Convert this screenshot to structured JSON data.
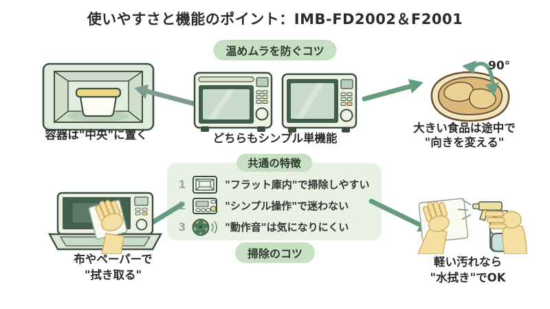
{
  "title": "使いやすさと機能のポイント：IMB-FD2002＆F2001",
  "colors": {
    "badge_bg": "#c7e0c4",
    "panel_bg": "#e9f1e5",
    "arrow_green": "#649c7d",
    "arrow_gray_green": "#7f9c8f",
    "microwave_dark_green": "#3f5f4c",
    "steak_tan": "#ddb87b",
    "skin": "#f5e0a4",
    "text_dark": "#2b2b2b"
  },
  "heating_section": {
    "badge": "温めムラを防ぐコツ",
    "left_caption": "容器は\"中央\"に置く",
    "center_caption": "どちらもシンプル単機能",
    "right_caption_line1": "大きい食品は途中で",
    "right_caption_line2": "\"向きを変える\"",
    "rotation_degrees": "90°"
  },
  "features_section": {
    "header": "共通の特徴",
    "items": [
      {
        "num": "1",
        "icon": "flat-cavity-icon",
        "text": "\"フラット庫内\"で掃除しやすい"
      },
      {
        "num": "2",
        "icon": "control-panel-icon",
        "text": "\"シンプル操作\"で迷わない"
      },
      {
        "num": "3",
        "icon": "fan-icon",
        "text": "\"動作音\"は気になりにくい"
      }
    ]
  },
  "cleaning_section": {
    "badge": "掃除のコツ",
    "left_caption_line1": "布やペーパーで",
    "left_caption_line2": "\"拭き取る\"",
    "right_caption_line1": "軽い汚れなら",
    "right_caption_line2": "\"水拭き\"でOK"
  }
}
